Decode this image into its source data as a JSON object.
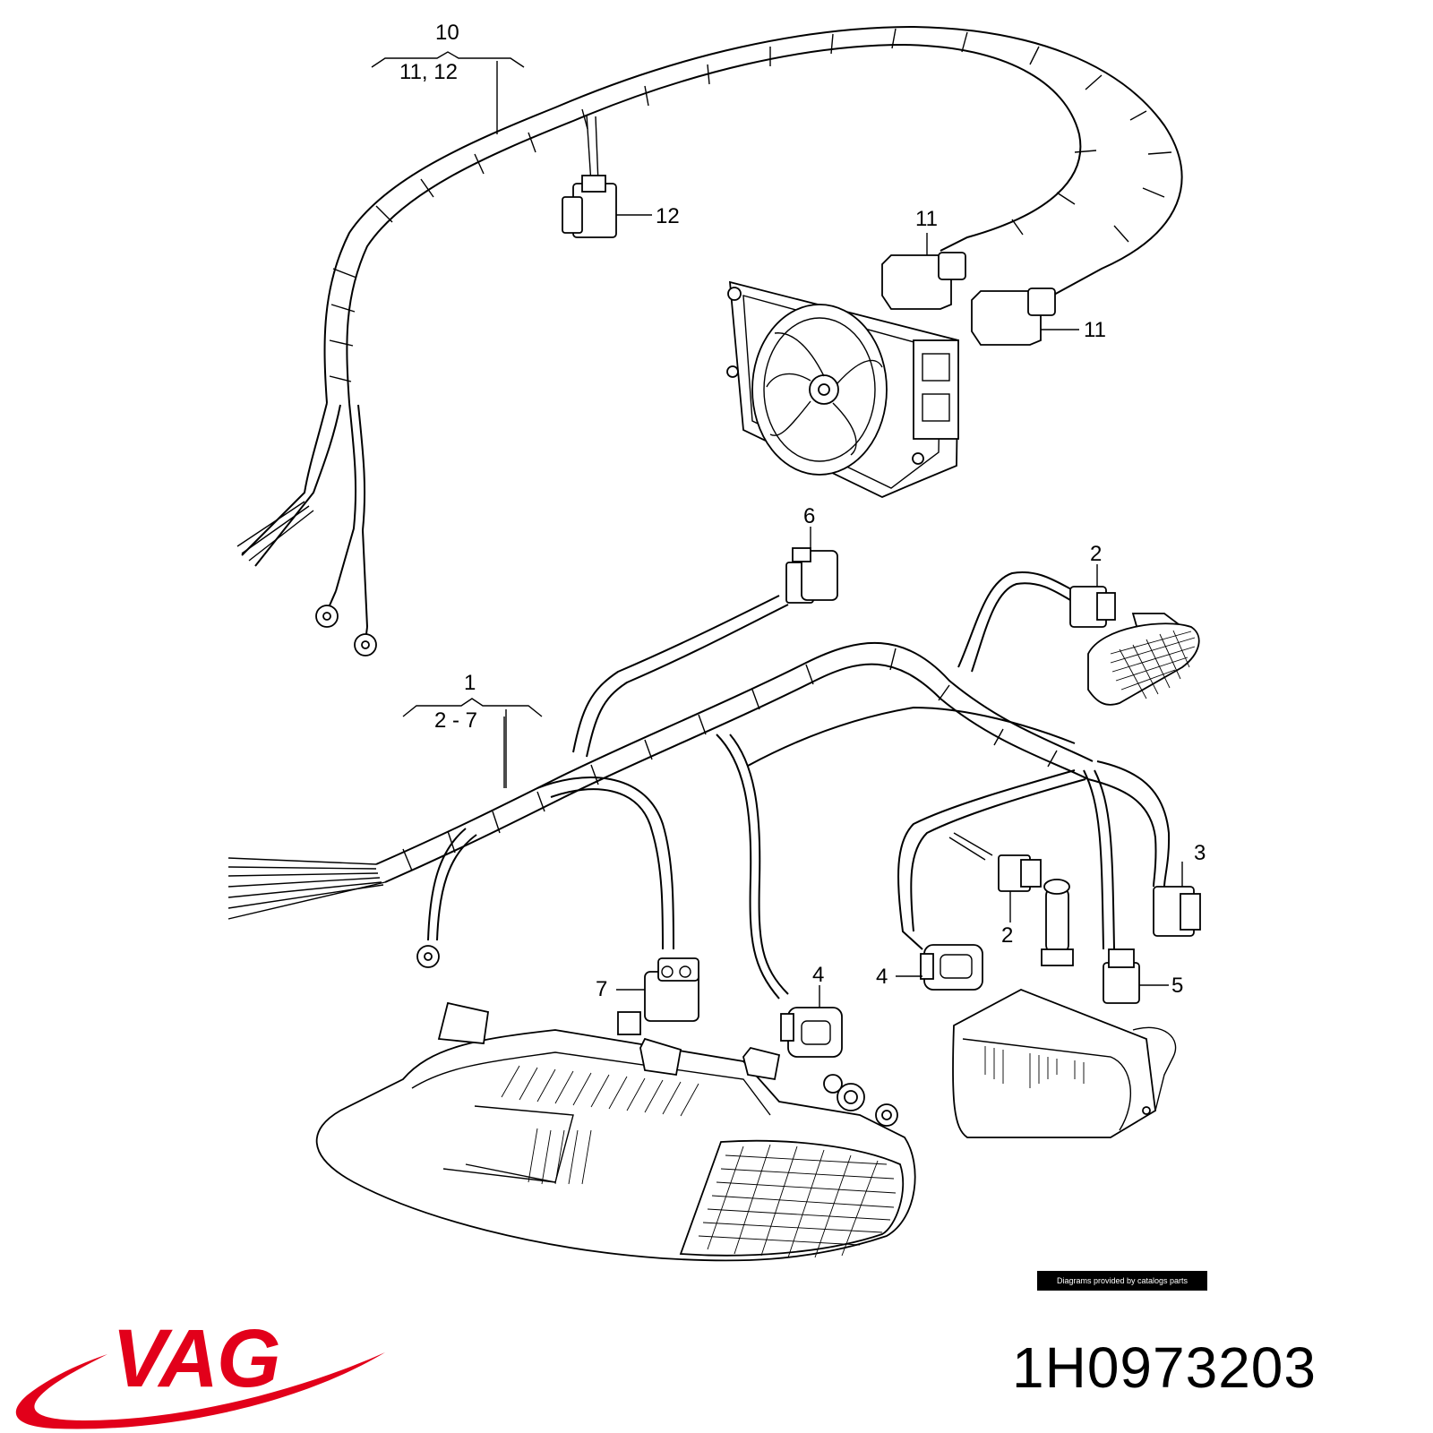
{
  "callouts": {
    "c10": "10",
    "c11_12": "11, 12",
    "c12": "12",
    "c11a": "11",
    "c11b": "11",
    "c6": "6",
    "c2a": "2",
    "c1": "1",
    "c2_7": "2 - 7",
    "c3": "3",
    "c2b": "2",
    "c4a": "4",
    "c4b": "4",
    "c5": "5",
    "c7": "7"
  },
  "credit": "Diagrams provided by catalogs parts",
  "brand": {
    "name": "VAG",
    "color": "#e2001a"
  },
  "part_number": "1H0973203"
}
